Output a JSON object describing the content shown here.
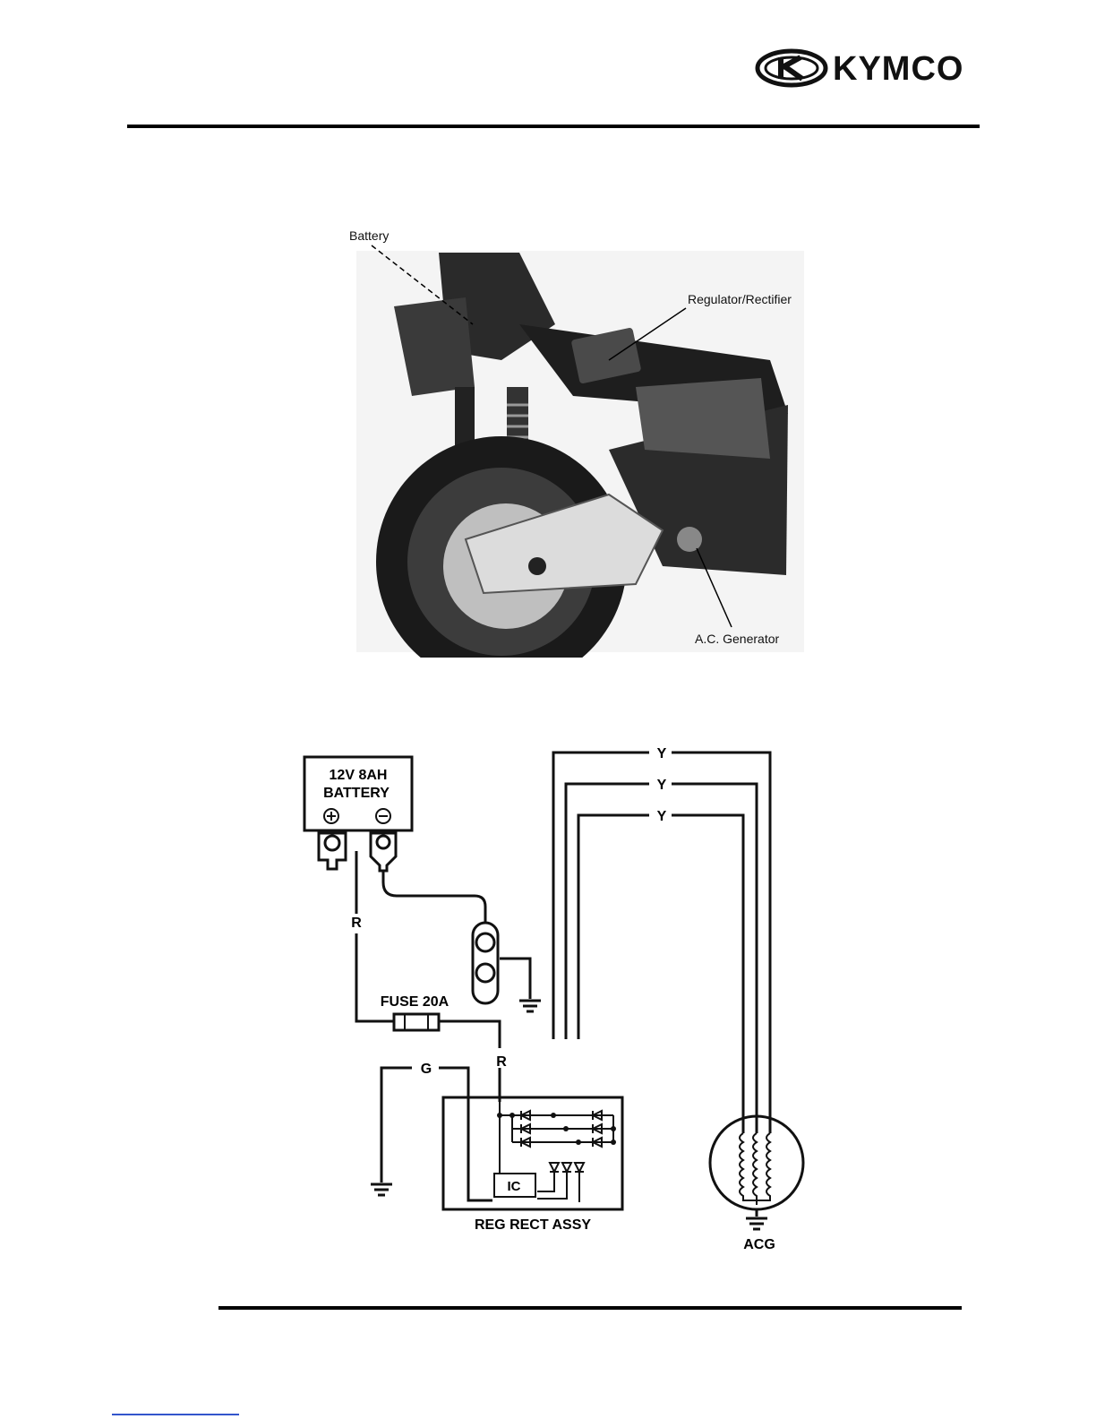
{
  "header": {
    "brand": "KYMCO"
  },
  "photo": {
    "labels": {
      "battery": "Battery",
      "regulator": "Regulator/Rectifier",
      "generator": "A.C. Generator"
    }
  },
  "wiring": {
    "battery_line1": "12V 8AH",
    "battery_line2": "BATTERY",
    "fuse": "FUSE 20A",
    "wire_r_top": "R",
    "wire_r_bottom": "R",
    "wire_g": "G",
    "wire_y1": "Y",
    "wire_y2": "Y",
    "wire_y3": "Y",
    "ic": "IC",
    "reg_rect": "REG RECT ASSY",
    "acg": "ACG"
  }
}
